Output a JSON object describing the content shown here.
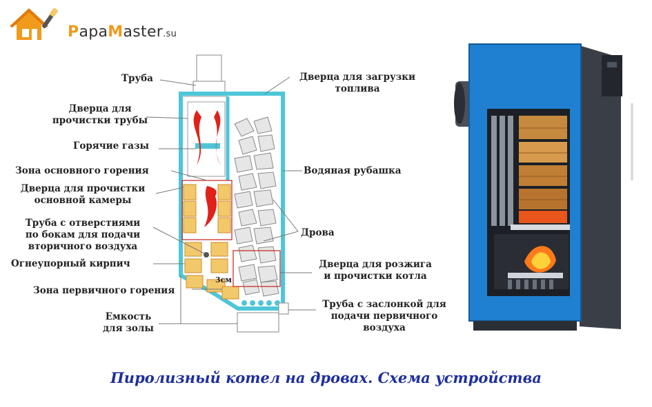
{
  "logo": {
    "brand_first": "P",
    "brand_mid": "apa",
    "brand_m": "M",
    "brand_rest": "aster",
    "suffix": ".su"
  },
  "labels": {
    "truba": "Труба",
    "dverca_prochistki_truby_1": "Дверца для",
    "dverca_prochistki_truby_2": "прочистки трубы",
    "goryachie_gazy": "Горячие газы",
    "zona_osnovnogo": "Зона основного горения",
    "dverca_osn_1": "Дверца для прочистки",
    "dverca_osn_2": "основной камеры",
    "truba_otv_1": "Труба с отверстиями",
    "truba_otv_2": "по бокам для подачи",
    "truba_otv_3": "вторичного воздуха",
    "ogneupornyi": "Огнеупорный кирпич",
    "zona_pervichnogo": "Зона первичного горения",
    "emkost_1": "Емкость",
    "emkost_2": "для золы",
    "dverca_zagruzki_1": "Дверца для загрузки",
    "dverca_zagruzki_2": "топлива",
    "vodyanaya": "Водяная рубашка",
    "drova": "Дрова",
    "dverca_rozzhiga_1": "Дверца для розжига",
    "dverca_rozzhiga_2": "и прочистки котла",
    "truba_zaslonka_1": "Труба с заслонкой для",
    "truba_zaslonka_2": "подачи первичного",
    "truba_zaslonka_3": "воздуха",
    "gap_3cm": "3см"
  },
  "caption": "Пиролизный котел на дровах. Схема устройства",
  "colors": {
    "water_jacket": "#4ec6d8",
    "flame": "#e0221a",
    "brick": "#f2c96a",
    "boiler_blue": "#1f7fd0",
    "caption": "#1e2f9e",
    "logo_orange": "#f29a1c"
  },
  "icons": [
    "house-logo-icon",
    "brush-icon"
  ]
}
